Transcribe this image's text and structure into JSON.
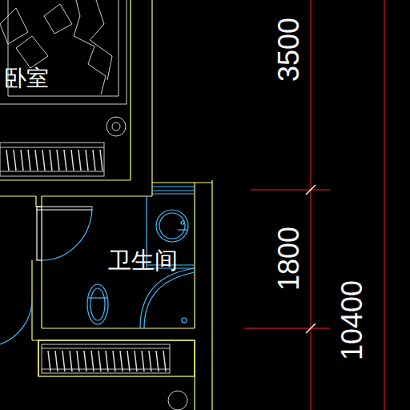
{
  "diagram": {
    "nodes": [
      {
        "text": [
          "卧室"
        ]
      },
      {
        "text": [
          "卫生间"
        ]
      }
    ],
    "labels": [
      "3500",
      "1800",
      "10400"
    ]
  }
}
